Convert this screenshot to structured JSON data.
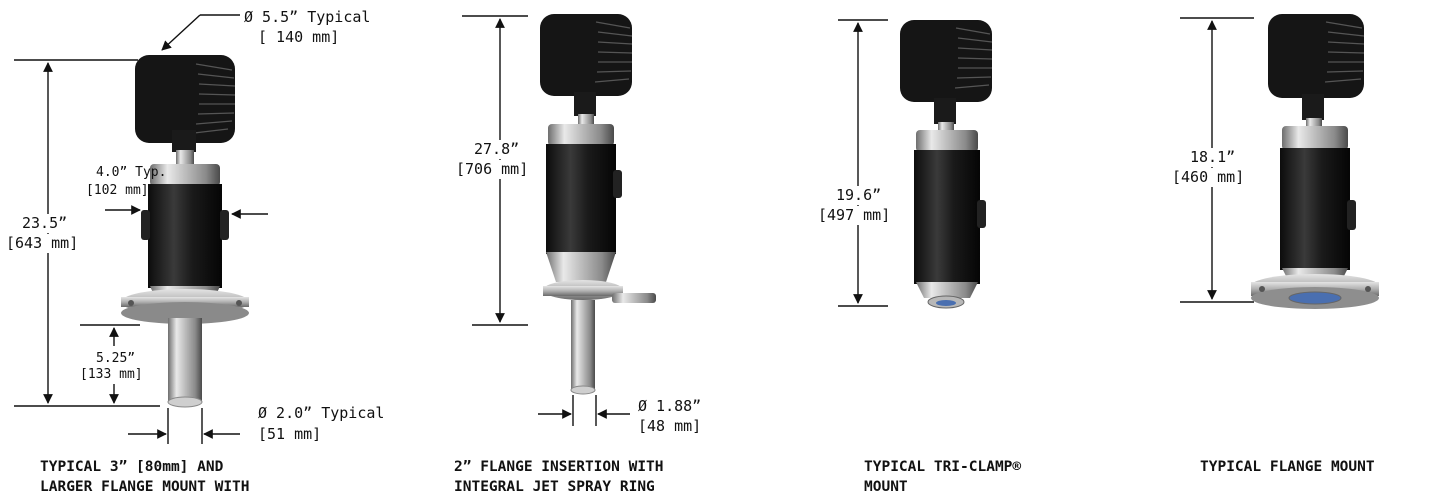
{
  "diagrams": [
    {
      "caption_lines": [
        "TYPICAL 3” [80mm] AND",
        "LARGER FLANGE MOUNT WITH"
      ],
      "dims": {
        "head_diameter": [
          "Ø 5.5” Typical",
          "[ 140 mm]"
        ],
        "body_width": [
          "4.0” Typ.",
          "[102 mm]"
        ],
        "height": [
          "23.5”",
          "[643 mm]"
        ],
        "insertion": [
          "5.25”",
          "[133 mm]"
        ],
        "probe_diameter": [
          "Ø 2.0” Typical",
          "[51 mm]"
        ]
      }
    },
    {
      "caption_lines": [
        "2” FLANGE INSERTION WITH",
        "INTEGRAL JET SPRAY RING"
      ],
      "dims": {
        "height": [
          "27.8”",
          "[706 mm]"
        ],
        "probe_diameter": [
          "Ø 1.88”",
          "[48 mm]"
        ]
      }
    },
    {
      "caption_lines": [
        "TYPICAL TRI-CLAMP®",
        "MOUNT"
      ],
      "dims": {
        "height": [
          "19.6”",
          "[497 mm]"
        ]
      }
    },
    {
      "caption_lines": [
        "TYPICAL FLANGE MOUNT"
      ],
      "dims": {
        "height": [
          "18.1”",
          "[460 mm]"
        ]
      }
    }
  ]
}
